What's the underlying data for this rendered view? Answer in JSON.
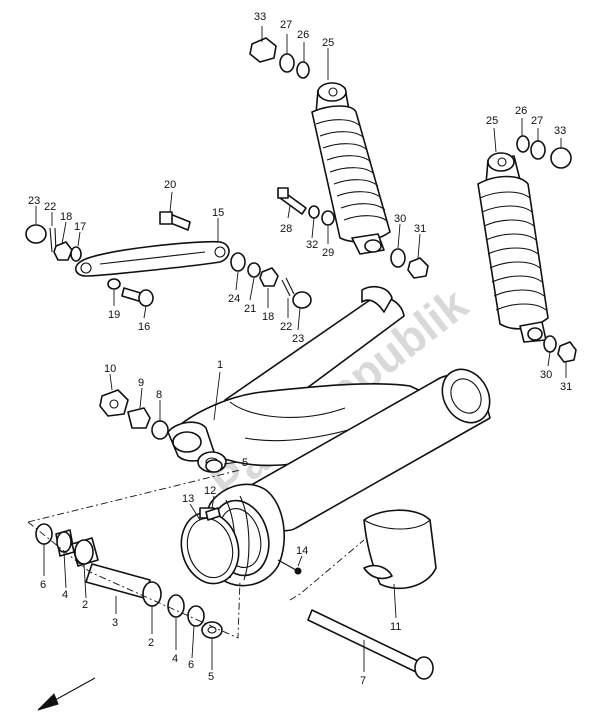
{
  "watermark": "PartsRepublik",
  "callouts": [
    "33",
    "27",
    "26",
    "25",
    "26",
    "27",
    "33",
    "25",
    "23",
    "22",
    "18",
    "17",
    "20",
    "15",
    "28",
    "32",
    "29",
    "30",
    "31",
    "24",
    "21",
    "18",
    "22",
    "23",
    "19",
    "16",
    "1",
    "10",
    "9",
    "8",
    "5",
    "13",
    "12",
    "14",
    "6",
    "4",
    "2",
    "3",
    "2",
    "4",
    "6",
    "5",
    "11",
    "7",
    "30",
    "31"
  ]
}
